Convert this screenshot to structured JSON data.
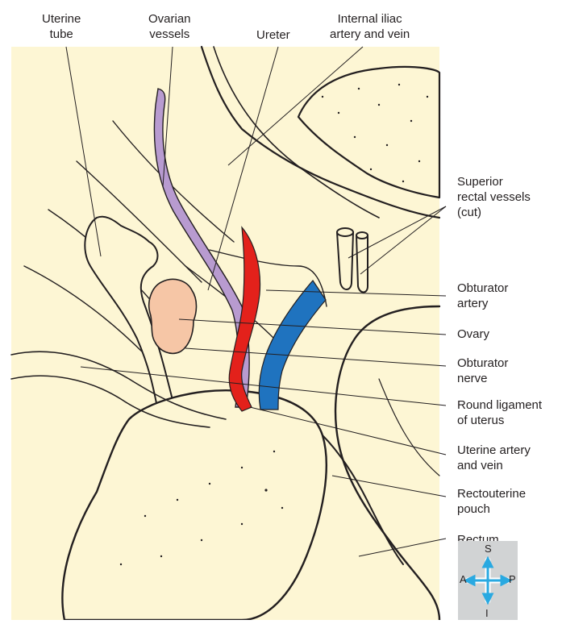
{
  "labels": {
    "uterine_tube": [
      "Uterine",
      "tube"
    ],
    "ovarian_vessels": [
      "Ovarian",
      "vessels"
    ],
    "ureter": [
      "Ureter"
    ],
    "internal_iliac": [
      "Internal iliac",
      "artery and vein"
    ],
    "superior_rectal": [
      "Superior",
      "rectal vessels",
      "(cut)"
    ],
    "obturator_artery": [
      "Obturator",
      "artery"
    ],
    "ovary": [
      "Ovary"
    ],
    "obturator_nerve": [
      "Obturator",
      "nerve"
    ],
    "round_ligament": [
      "Round ligament",
      "of uterus"
    ],
    "uterine_artery": [
      "Uterine artery",
      "and vein"
    ],
    "rectouterine": [
      "Rectouterine",
      "pouch"
    ],
    "rectum": [
      "Rectum"
    ]
  },
  "orientation": {
    "superior": "S",
    "anterior": "A",
    "posterior": "P",
    "inferior": "I"
  },
  "colors": {
    "background": "#fdf6d4",
    "outline": "#231f20",
    "ovarian_vessels": "#b89bd0",
    "ureter_artery": "#e3211b",
    "vein": "#1f73bf",
    "ovary": "#f6c6a6",
    "orientation_panel": "#d1d3d4",
    "orientation_arrow": "#29a9e1"
  }
}
